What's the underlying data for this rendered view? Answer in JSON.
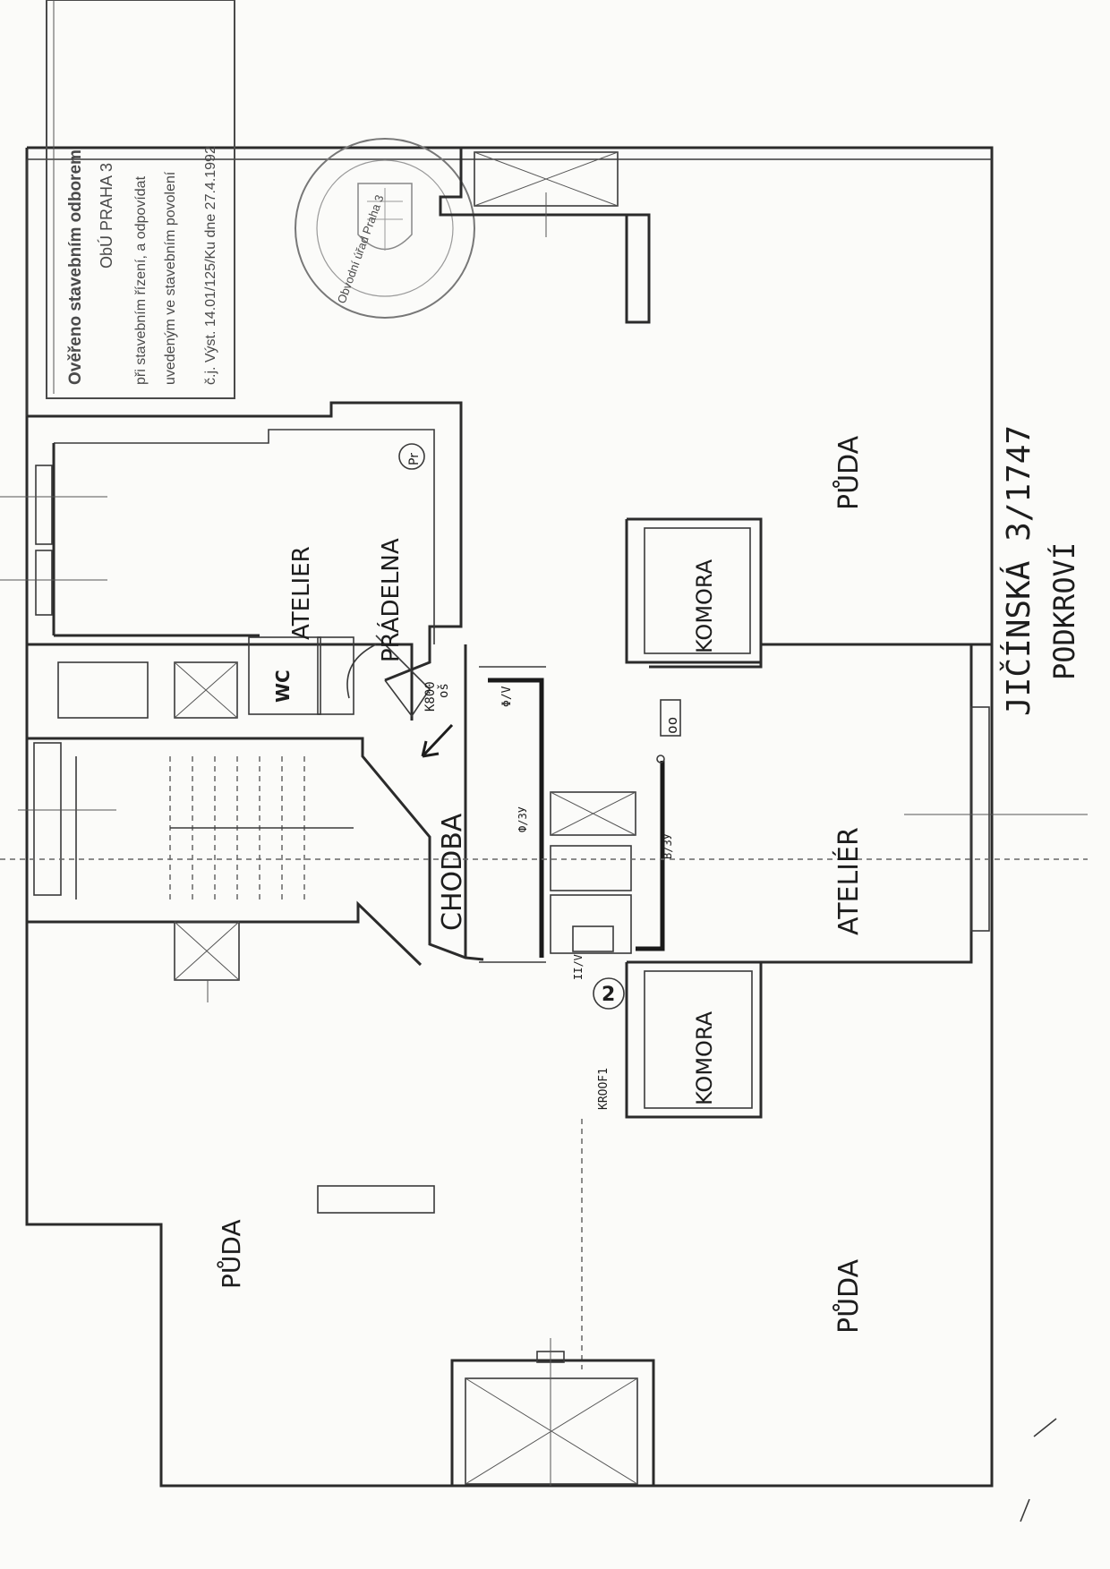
{
  "stamp": {
    "line1": "Ověřeno stavebním odborem",
    "line2": "ObÚ PRAHA 3",
    "line3": "při stavebním řízení, a odpovídat",
    "line4": "uvedeným ve stavebním povolení",
    "line5": "č.j. Výst. 14.01/125/Ku  dne 27.4.1992"
  },
  "seal": {
    "text": "Obvodní úřad Praha 3"
  },
  "rooms": {
    "atelier_left": "ATELIER",
    "pradelna": "PRÁDELNA",
    "pradelna_mark": "Pr",
    "wc": "WC",
    "chodba": "CHODBA",
    "komora_top": "KOMORA",
    "komora_bottom": "KOMORA",
    "atelier_right": "ATELIÉR",
    "puda_top": "PŮDA",
    "puda_bottom_right": "PŮDA",
    "puda_bottom_left": "PŮDA"
  },
  "annotations": {
    "title_line1": "JIČÍNSKÁ 3/1747",
    "title_line2": "PODKROVÍ",
    "door_mark": "K800",
    "door_mark2": "oš",
    "door_mark3": "Φ/V",
    "chimney_number": "2",
    "kroof": "KROOF1",
    "small_note1": "Ф/ЗУ",
    "small_note2": "В/ЗУ",
    "small_note3": "II/V",
    "stove_symbol": "oo"
  }
}
